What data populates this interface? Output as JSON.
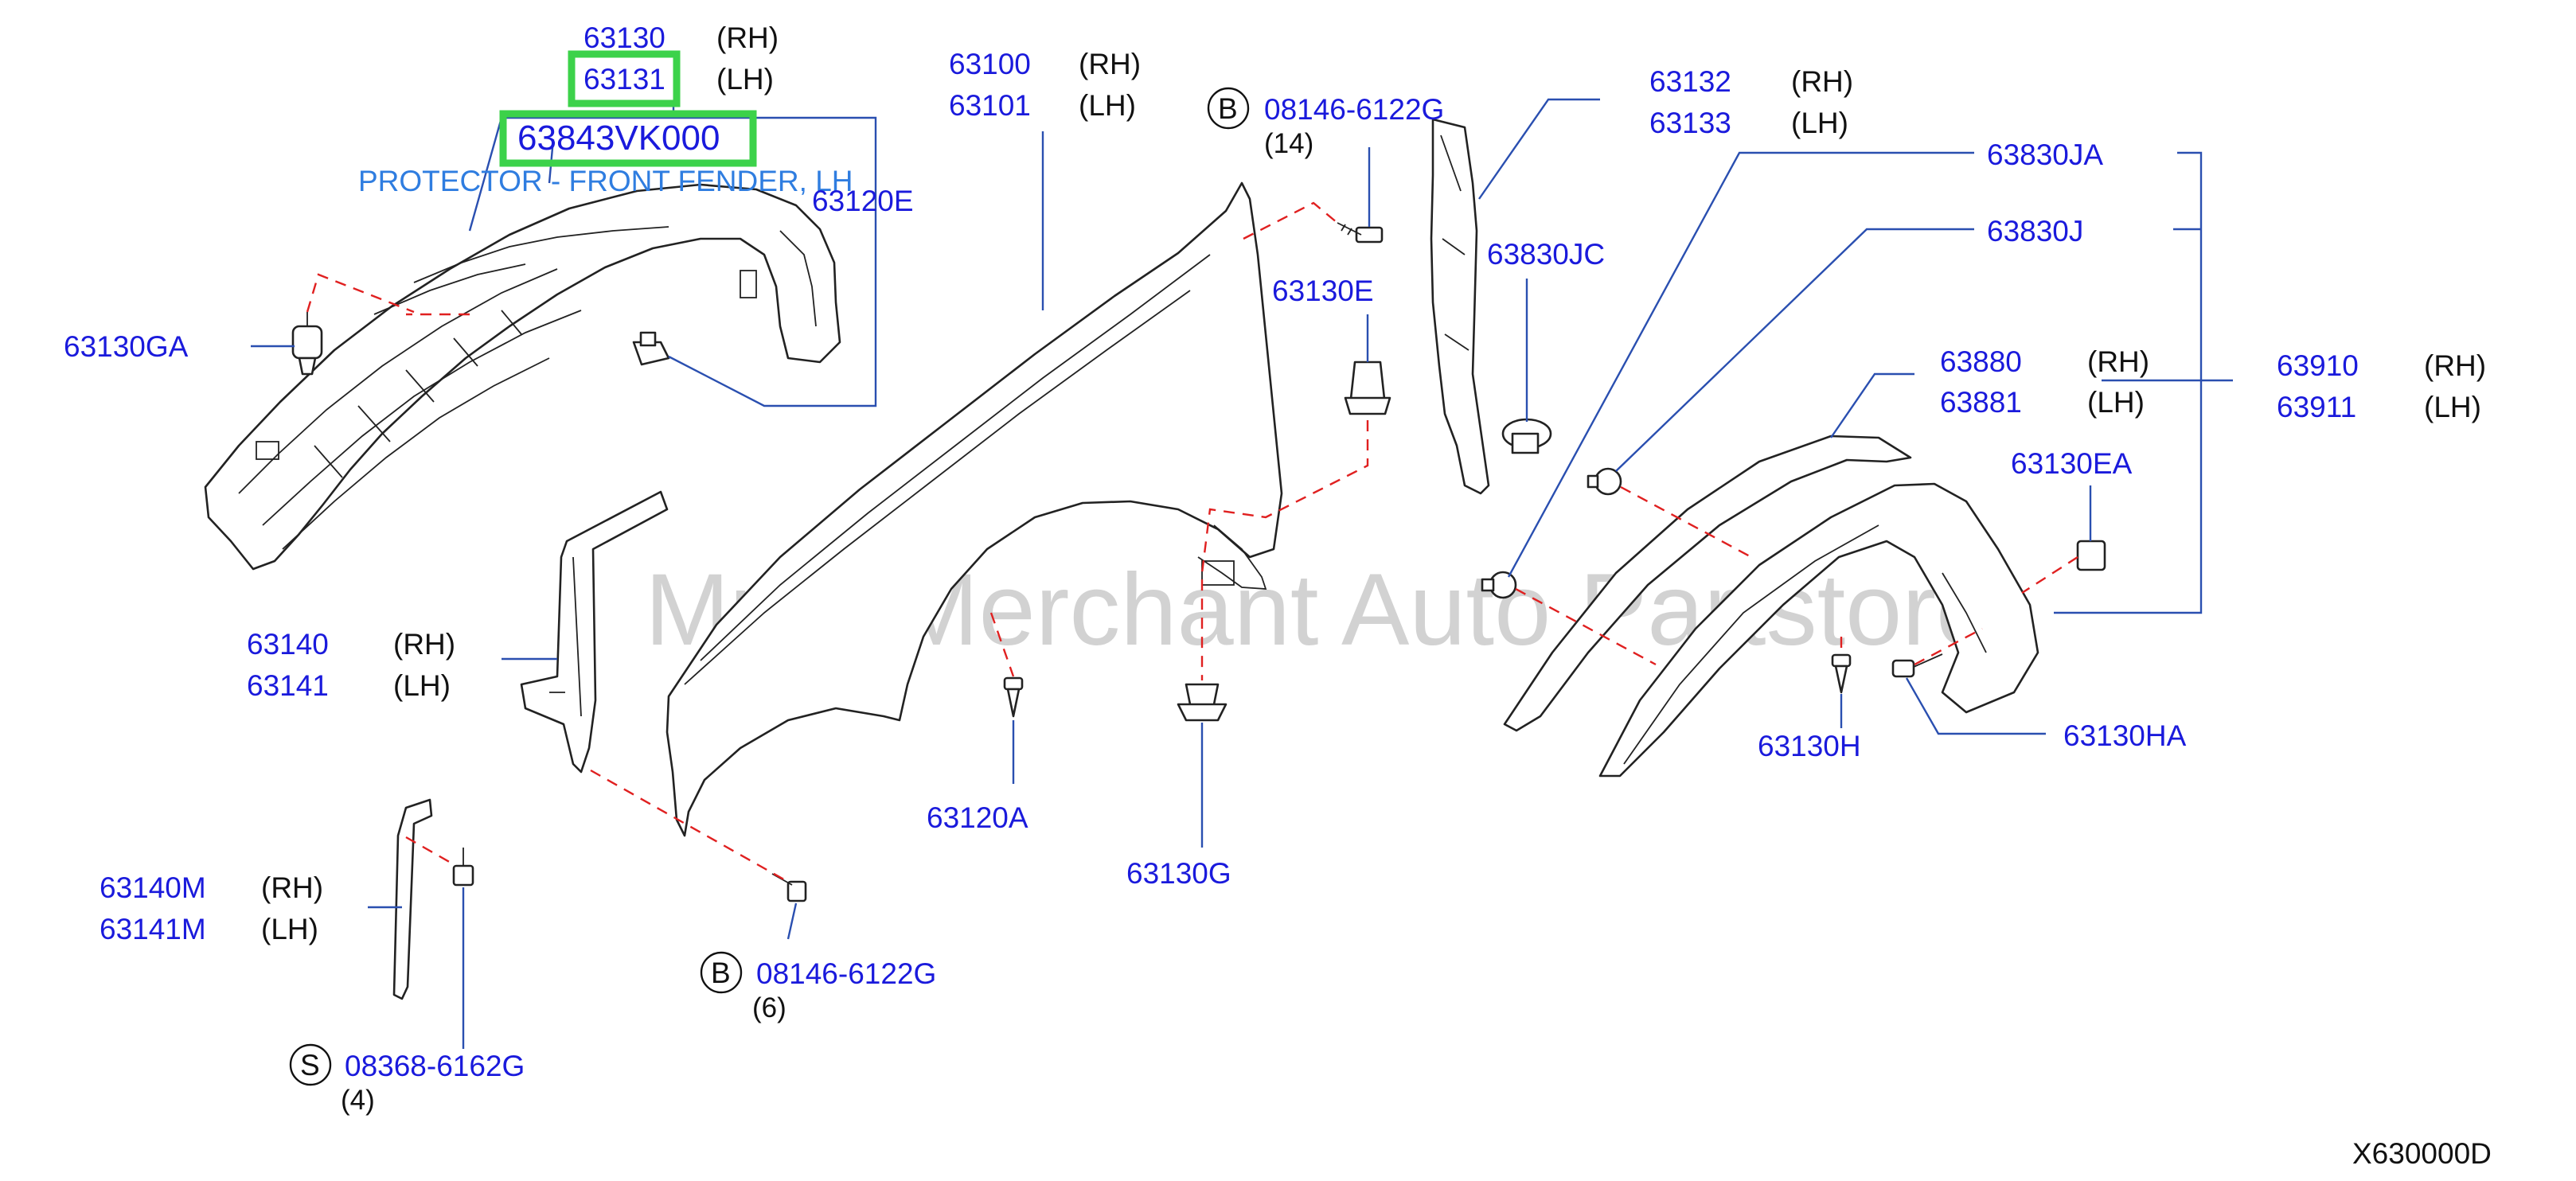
{
  "watermark": "Multi-Merchant Auto Partstore",
  "diagram_code": "X630000D",
  "highlighted_part": {
    "part_no": "63843VK000",
    "description": "PROTECTOR - FRONT FENDER, LH"
  },
  "labels": {
    "p63130": "63130",
    "p63130_side": "(RH)",
    "p63131": "63131",
    "p63131_side": "(LH)",
    "p63120E": "63120E",
    "p63130GA": "63130GA",
    "p63100": "63100",
    "p63100_side": "(RH)",
    "p63101": "63101",
    "p63101_side": "(LH)",
    "bolt_top_mark": "B",
    "bolt_top": "08146-6122G",
    "bolt_top_qty": "(14)",
    "p63132": "63132",
    "p63132_side": "(RH)",
    "p63133": "63133",
    "p63133_side": "(LH)",
    "p63830JC": "63830JC",
    "p63130E": "63130E",
    "p63830JA": "63830JA",
    "p63830J": "63830J",
    "p63880": "63880",
    "p63880_side": "(RH)",
    "p63881": "63881",
    "p63881_side": "(LH)",
    "p63910": "63910",
    "p63910_side": "(RH)",
    "p63911": "63911",
    "p63911_side": "(LH)",
    "p63130EA": "63130EA",
    "p63140": "63140",
    "p63140_side": "(RH)",
    "p63141": "63141",
    "p63141_side": "(LH)",
    "p63120A": "63120A",
    "p63130G": "63130G",
    "p63130H": "63130H",
    "p63130HA": "63130HA",
    "p63140M": "63140M",
    "p63140M_side": "(RH)",
    "p63141M": "63141M",
    "p63141M_side": "(LH)",
    "bolt_bot_mark": "B",
    "bolt_bot": "08146-6122G",
    "bolt_bot_qty": "(6)",
    "screw_mark": "S",
    "screw": "08368-6162G",
    "screw_qty": "(4)"
  },
  "colors": {
    "part_number": "#1a1adc",
    "description": "#2f7de0",
    "highlight": "#3cd24a",
    "dashed_line": "#e02020",
    "leader_line": "#2a4fb0"
  }
}
